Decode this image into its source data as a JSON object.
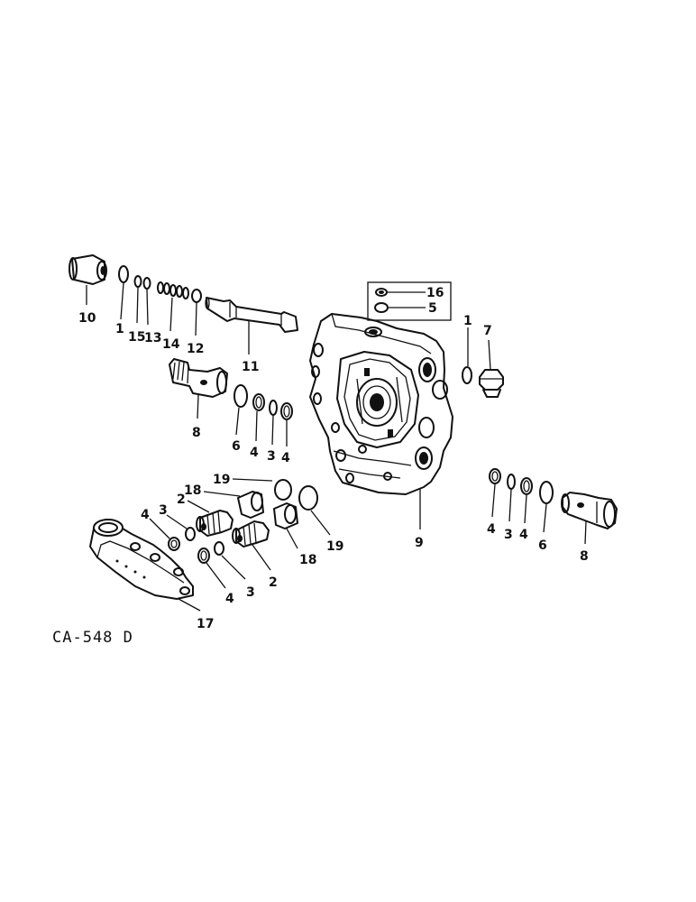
{
  "diagram": {
    "drawing_code": "CA-548 D",
    "callouts": {
      "c10": "10",
      "c1a": "1",
      "c15": "15",
      "c13": "13",
      "c14": "14",
      "c12": "12",
      "c11": "11",
      "c8a": "8",
      "c6a": "6",
      "c4a": "4",
      "c3a": "3",
      "c4b": "4",
      "c16": "16",
      "c5": "5",
      "c1b": "1",
      "c7": "7",
      "c9": "9",
      "c19a": "19",
      "c18a": "18",
      "c2a": "2",
      "c4c": "4",
      "c3b": "3",
      "c18b": "18",
      "c19b": "19",
      "c2b": "2",
      "c3c": "3",
      "c4d": "4",
      "c17": "17",
      "c4e": "4",
      "c3d": "3",
      "c4f": "4",
      "c6b": "6",
      "c8b": "8"
    },
    "parts": [
      {
        "id": "valve-cap",
        "callout": "10"
      },
      {
        "id": "o-ring",
        "callout": "1"
      },
      {
        "id": "washer",
        "callout": "15"
      },
      {
        "id": "washer",
        "callout": "13"
      },
      {
        "id": "spring",
        "callout": "14"
      },
      {
        "id": "washer",
        "callout": "12"
      },
      {
        "id": "valve-spool",
        "callout": "11"
      },
      {
        "id": "relief-valve",
        "callout": "8"
      },
      {
        "id": "seal",
        "callout": "6"
      },
      {
        "id": "backup-ring",
        "callout": "4"
      },
      {
        "id": "o-ring",
        "callout": "3"
      },
      {
        "id": "seal-kit",
        "callout": "16"
      },
      {
        "id": "seal-kit-ring",
        "callout": "5"
      },
      {
        "id": "plug",
        "callout": "7"
      },
      {
        "id": "valve-body",
        "callout": "9"
      },
      {
        "id": "o-ring-large",
        "callout": "19"
      },
      {
        "id": "sleeve",
        "callout": "18"
      },
      {
        "id": "check-valve",
        "callout": "2"
      },
      {
        "id": "manifold",
        "callout": "17"
      }
    ]
  }
}
